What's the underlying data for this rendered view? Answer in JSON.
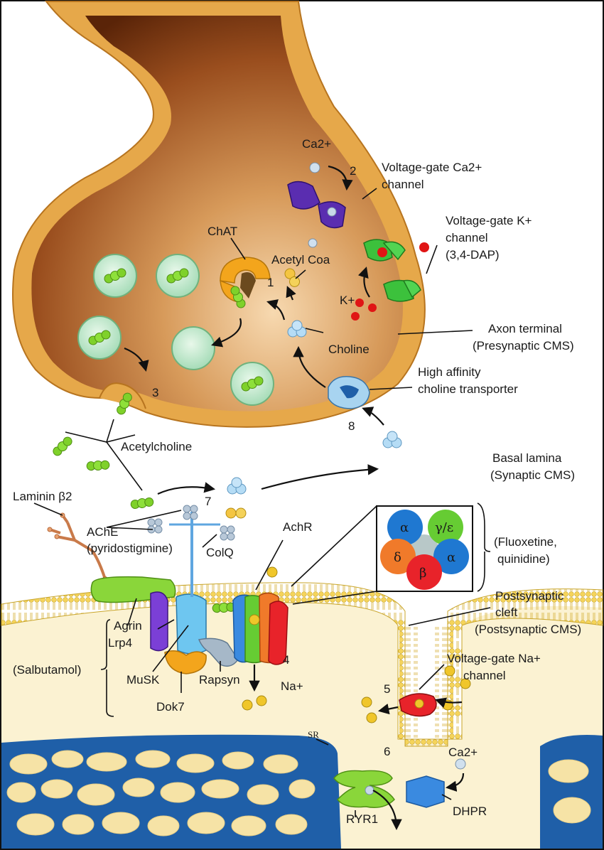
{
  "labels": {
    "ca_ion": "Ca2+",
    "step2": "2",
    "vg_ca_line1": "Voltage-gate Ca2+",
    "vg_ca_line2": "channel",
    "vg_k_line1": "Voltage-gate K+",
    "vg_k_line2": "channel",
    "vg_k_line3": "(3,4-DAP)",
    "chat": "ChAT",
    "acetyl_coa": "Acetyl Coa",
    "step1": "1",
    "k_ion": "K+",
    "axon_line1": "Axon terminal",
    "axon_line2": "(Presynaptic CMS)",
    "choline": "Choline",
    "hact_line1": "High affinity",
    "hact_line2": "choline transporter",
    "step3": "3",
    "step8": "8",
    "acetylcholine": "Acetylcholine",
    "basal_line1": "Basal lamina",
    "basal_line2": "(Synaptic CMS)",
    "laminin": "Laminin β2",
    "step7": "7",
    "ache_line1": "AChE",
    "ache_line2": "(pyridostigmine)",
    "colq": "ColQ",
    "achr": "AchR",
    "sub_alpha1": "α",
    "sub_gamma": "γ/ε",
    "sub_delta": "δ",
    "sub_alpha2": "α",
    "sub_beta": "β",
    "fluox_line1": "(Fluoxetine,",
    "fluox_line2": "quinidine)",
    "cleft_line1": "Postsynaptic",
    "cleft_line2": "cleft",
    "cleft_line3": "(Postsynaptic CMS)",
    "agrin": "Agrin",
    "lrp4": "Lrp4",
    "salbutamol": "(Salbutamol)",
    "musk": "MuSK",
    "dok7": "Dok7",
    "rapsyn": "Rapsyn",
    "step4": "4",
    "na_ion": "Na+",
    "vg_na_line1": "Voltage-gate Na+",
    "vg_na_line2": "channel",
    "step5": "5",
    "sr": "SR",
    "step6": "6",
    "ca_ion2": "Ca2+",
    "ryr1": "RYR1",
    "dhpr": "DHPR"
  },
  "colors": {
    "terminal_outer": "#e0a040",
    "terminal_inner": "#7a3a12",
    "vesicle": "#c8ecd0",
    "ach_green": "#7fd12a",
    "membrane": "#f6dc7a",
    "muscle_blue": "#1f5fa8",
    "sr_fill": "#f6e3a6",
    "alpha_blue": "#1f78d1",
    "gamma_green": "#66cc33",
    "delta_orange": "#f07a2a",
    "beta_red": "#e8232a",
    "channel_purple": "#5a2db0",
    "k_channel_green": "#3cc13c",
    "choline_blue": "#a8d4f0",
    "ion_yellow": "#f0c62a",
    "ion_red": "#e01515"
  }
}
